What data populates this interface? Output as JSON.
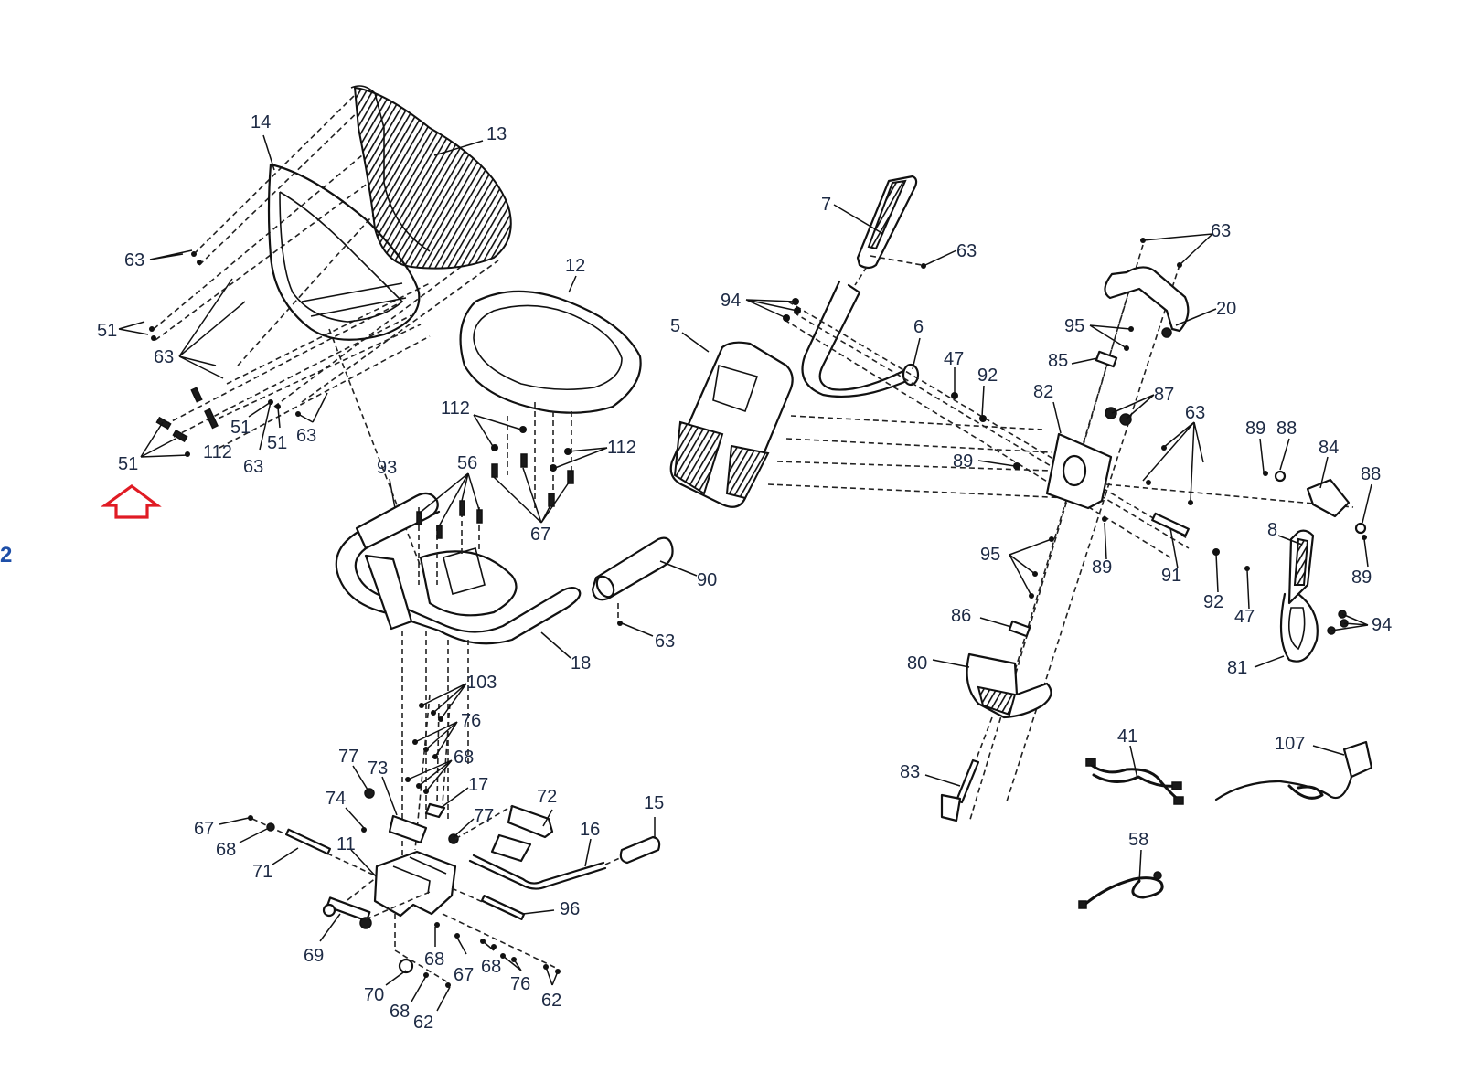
{
  "diagram": {
    "title": "Recumbent exercise bike exploded parts diagram",
    "highlight": {
      "label": "51",
      "marker": "red-up-arrow-icon",
      "color": "#e01b24"
    },
    "edge_glyph": "2",
    "label_color": "#1d2a44",
    "labels": {
      "p14": "14",
      "p13": "13",
      "p12": "12",
      "p5": "5",
      "p7": "7",
      "p6": "6",
      "p20": "20",
      "p63_a": "63",
      "p51_a": "51",
      "p63_b": "63",
      "p51_b": "51",
      "p112_a": "112",
      "p51_c": "51",
      "p51_d": "51",
      "p63_c": "63",
      "p63_d": "63",
      "p112_b": "112",
      "p112_c": "112",
      "p93": "93",
      "p56": "56",
      "p67_a": "67",
      "p90": "90",
      "p63_e": "63",
      "p18": "18",
      "p94_a": "94",
      "p63_f": "63",
      "p47_a": "47",
      "p92_a": "92",
      "p89_a": "89",
      "p63_g": "63",
      "p95_a": "95",
      "p85": "85",
      "p82": "82",
      "p87": "87",
      "p63_h": "63",
      "p89_b": "89",
      "p88_a": "88",
      "p84": "84",
      "p88_b": "88",
      "p8": "8",
      "p89_c": "89",
      "p89_d": "89",
      "p91": "91",
      "p92_b": "92",
      "p47_b": "47",
      "p95_b": "95",
      "p86": "86",
      "p94_b": "94",
      "p81": "81",
      "p80": "80",
      "p83": "83",
      "p41": "41",
      "p107": "107",
      "p58": "58",
      "p103": "103",
      "p76_a": "76",
      "p77_a": "77",
      "p73": "73",
      "p68_a": "68",
      "p17": "17",
      "p74": "74",
      "p72": "72",
      "p15": "15",
      "p77_b": "77",
      "p16": "16",
      "p67_b": "67",
      "p68_b": "68",
      "p71": "71",
      "p11": "11",
      "p96": "96",
      "p69": "69",
      "p68_c": "68",
      "p67_c": "67",
      "p68_d": "68",
      "p76_b": "76",
      "p62_a": "62",
      "p70": "70",
      "p68_e": "68",
      "p62_b": "62"
    }
  }
}
